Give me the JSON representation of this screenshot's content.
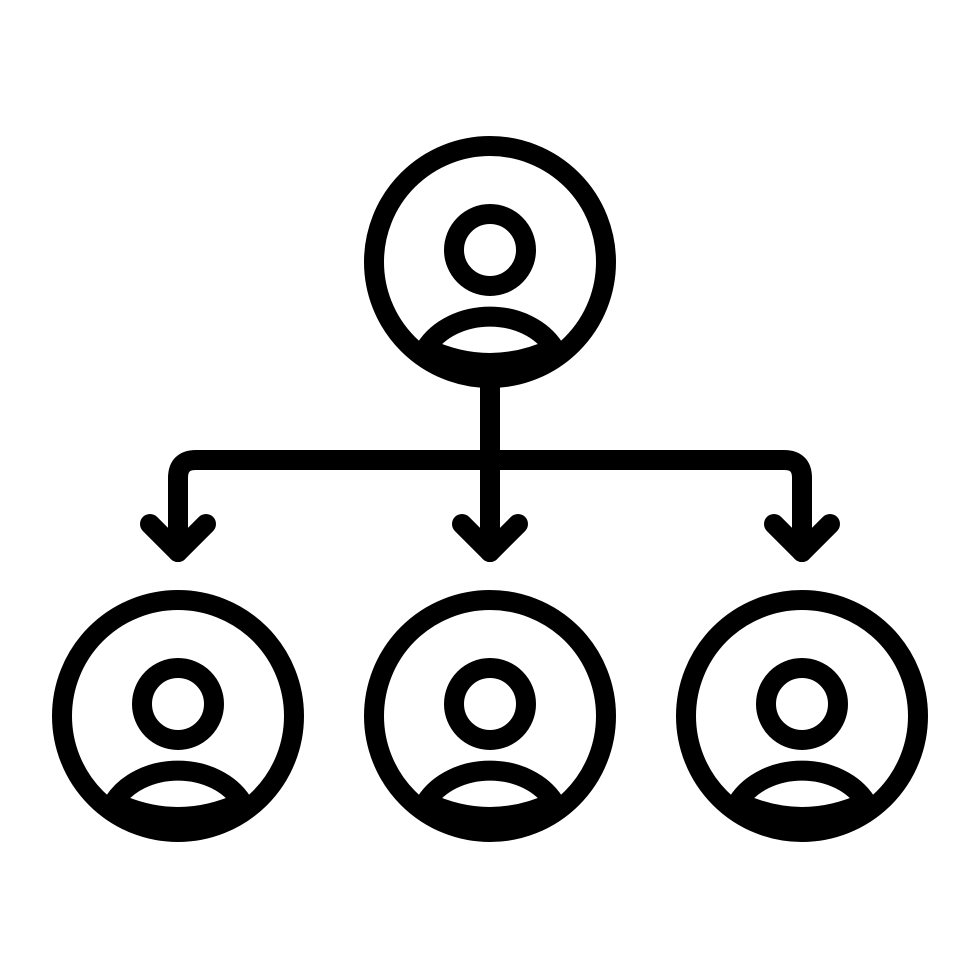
{
  "diagram": {
    "type": "hierarchy",
    "stroke_color": "#000000",
    "background_color": "#ffffff",
    "nodes": [
      {
        "id": "top",
        "icon": "user-icon",
        "level": 0
      },
      {
        "id": "child-left",
        "icon": "user-icon",
        "level": 1
      },
      {
        "id": "child-center",
        "icon": "user-icon",
        "level": 1
      },
      {
        "id": "child-right",
        "icon": "user-icon",
        "level": 1
      }
    ],
    "edges": [
      {
        "from": "top",
        "to": "child-left",
        "icon": "arrow-down-icon"
      },
      {
        "from": "top",
        "to": "child-center",
        "icon": "arrow-down-icon"
      },
      {
        "from": "top",
        "to": "child-right",
        "icon": "arrow-down-icon"
      }
    ]
  }
}
